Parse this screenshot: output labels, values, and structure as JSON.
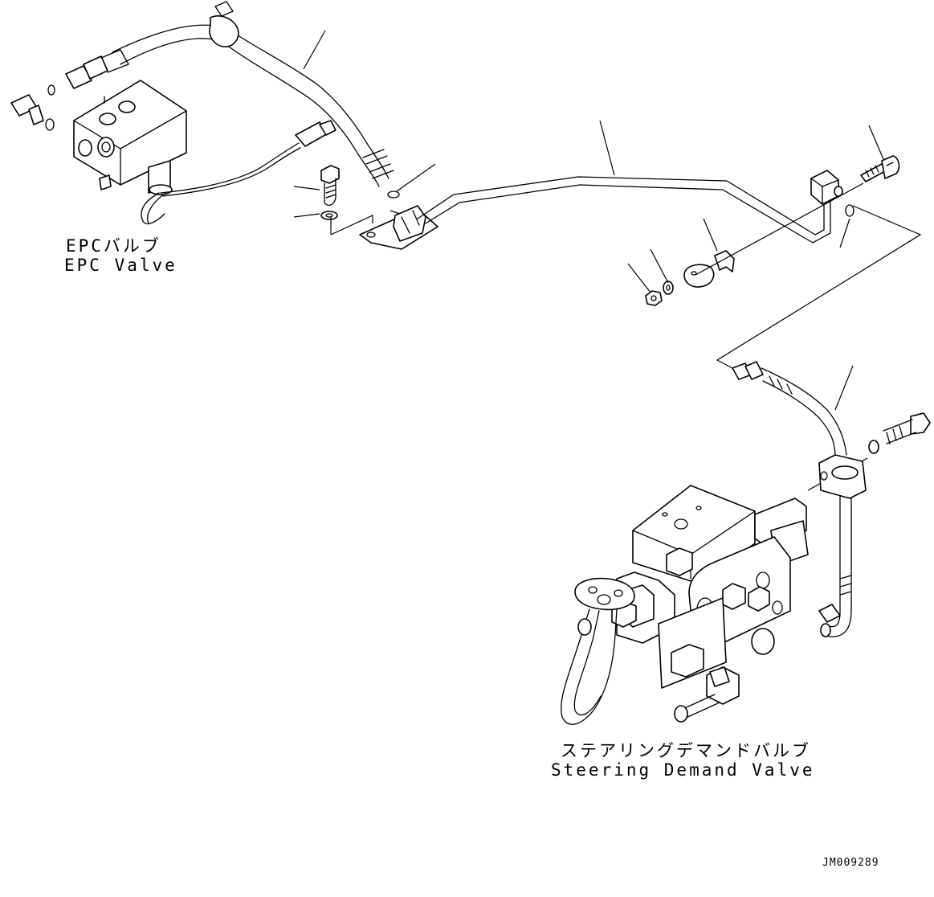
{
  "labels": {
    "epc_valve_jp": "EPCバルブ",
    "epc_valve_en": "EPC Valve",
    "steering_valve_jp": "ステアリングデマンドバルブ",
    "steering_valve_en": "Steering Demand Valve",
    "drawing_code": "JM009289"
  }
}
